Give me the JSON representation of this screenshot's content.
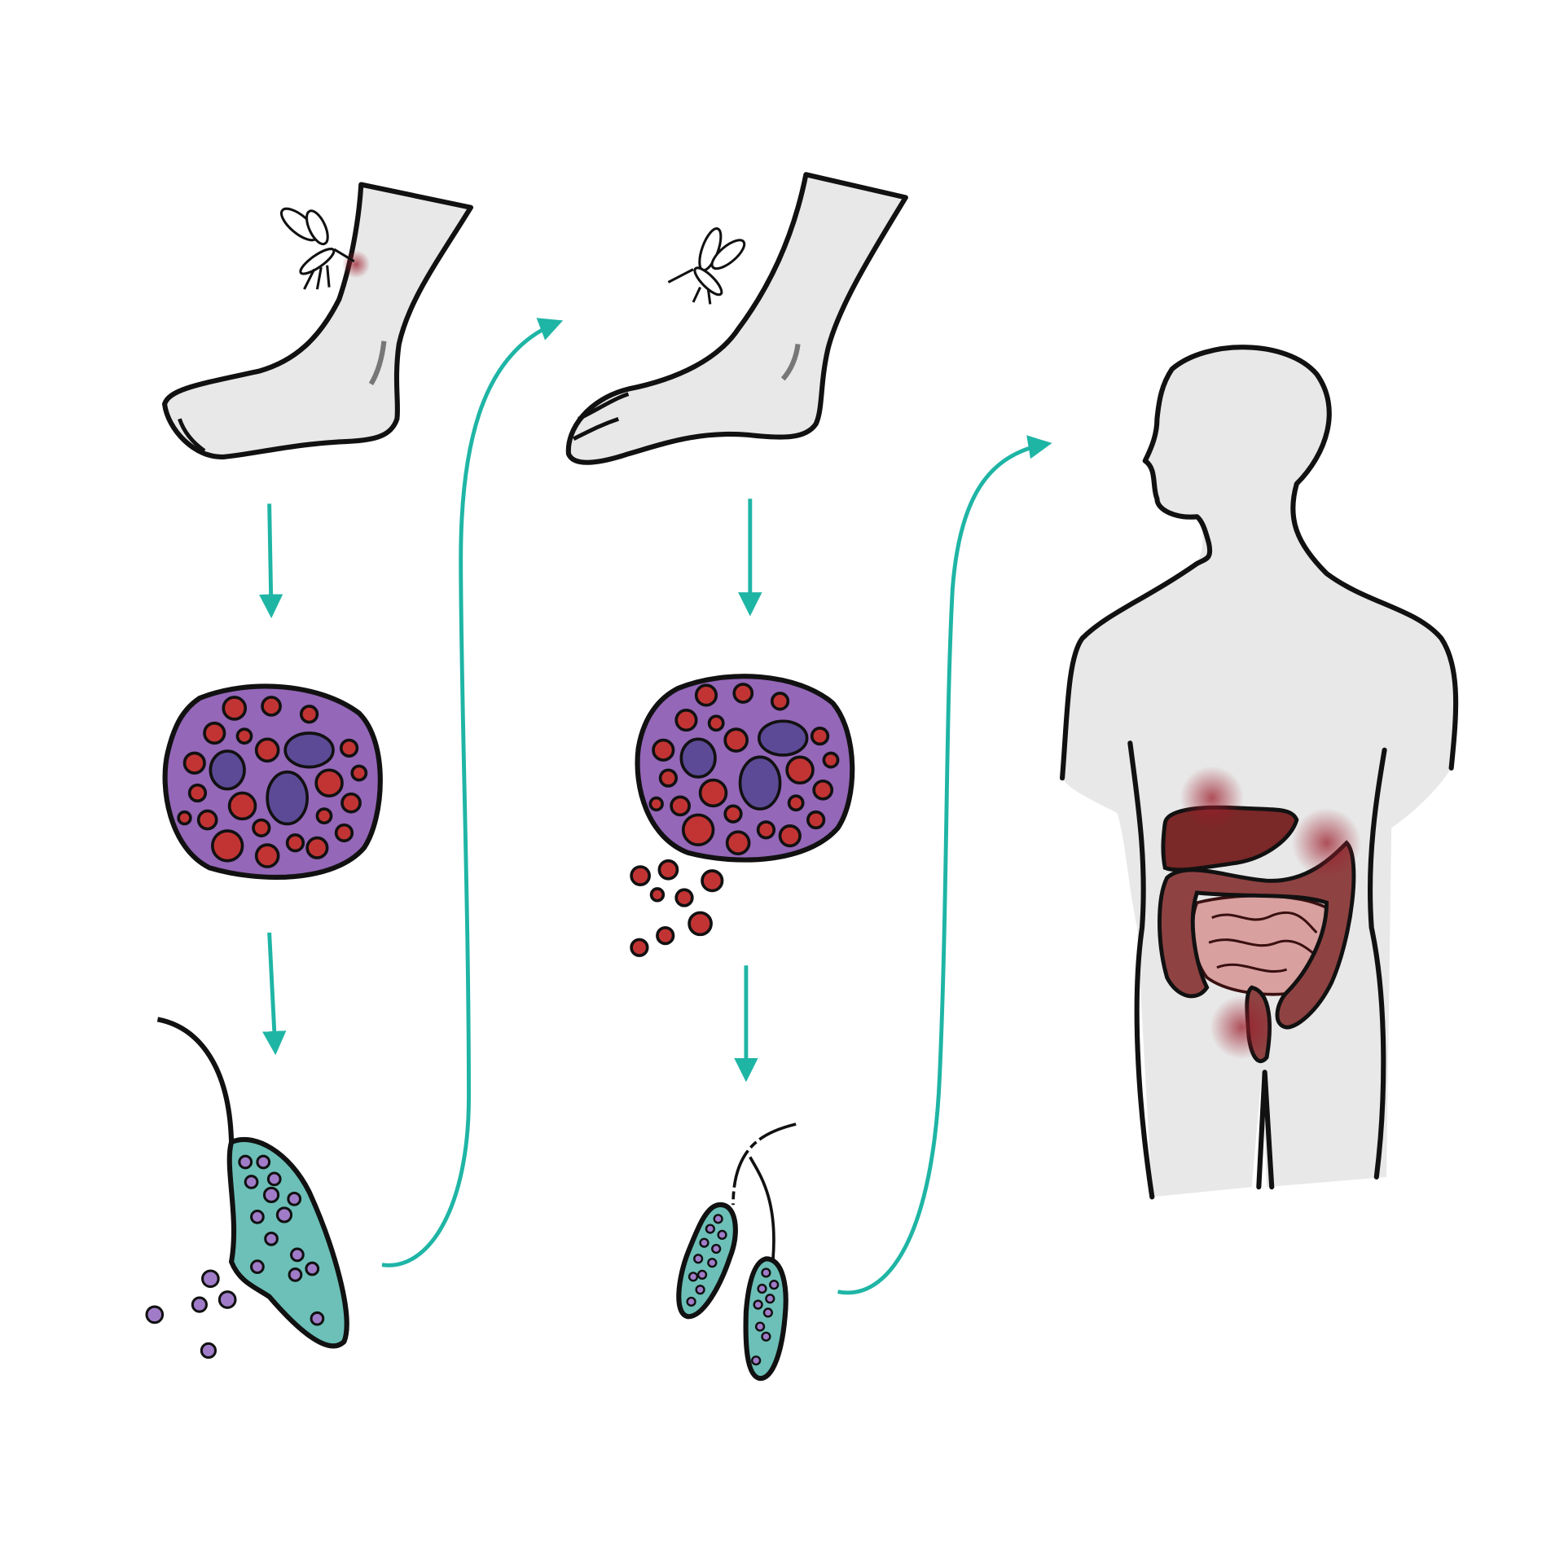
{
  "colors": {
    "background": "#ffffff",
    "skin": "#e8e8e8",
    "outline": "#111111",
    "arrow": "#1fb5a5",
    "cell": "#9467b8",
    "nucleus": "#5c4a96",
    "granule": "#c23434",
    "parasite": "#6cc0b8",
    "parasite_dot": "#a07cc8",
    "organ_liver": "#7a2828",
    "organ_colon": "#8f4242",
    "organ_intestine": "#d9a0a0",
    "inflammation": "#9b1c2a"
  },
  "icons": [
    "foot",
    "mosquito",
    "infected-cell",
    "promastigote-parasite",
    "human-body",
    "internal-organs"
  ]
}
